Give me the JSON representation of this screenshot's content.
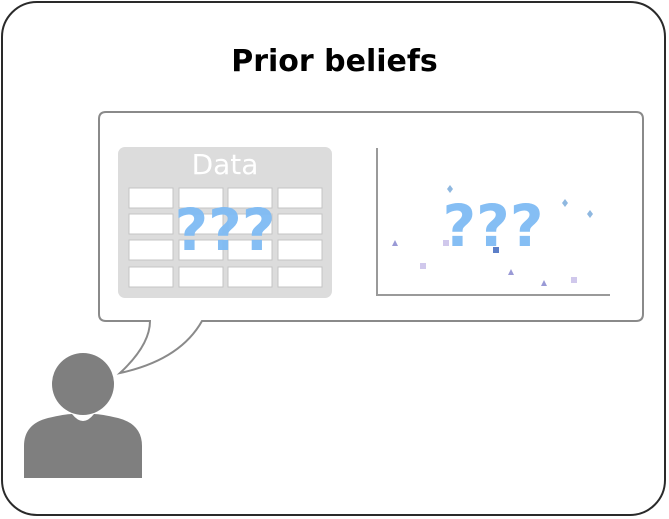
{
  "title": "Prior beliefs",
  "table": {
    "header_label": "Data",
    "unknown_marker": "???",
    "rows": 4,
    "columns": 4
  },
  "plot": {
    "unknown_marker": "???"
  },
  "icons": {
    "person": "person-icon",
    "speech_bubble": "speech-bubble"
  },
  "colors": {
    "question_marks": "#7fbbf4",
    "table_background": "#dcdcdc",
    "person": "#7f7f7f",
    "frame_border": "#2a2a2a"
  }
}
